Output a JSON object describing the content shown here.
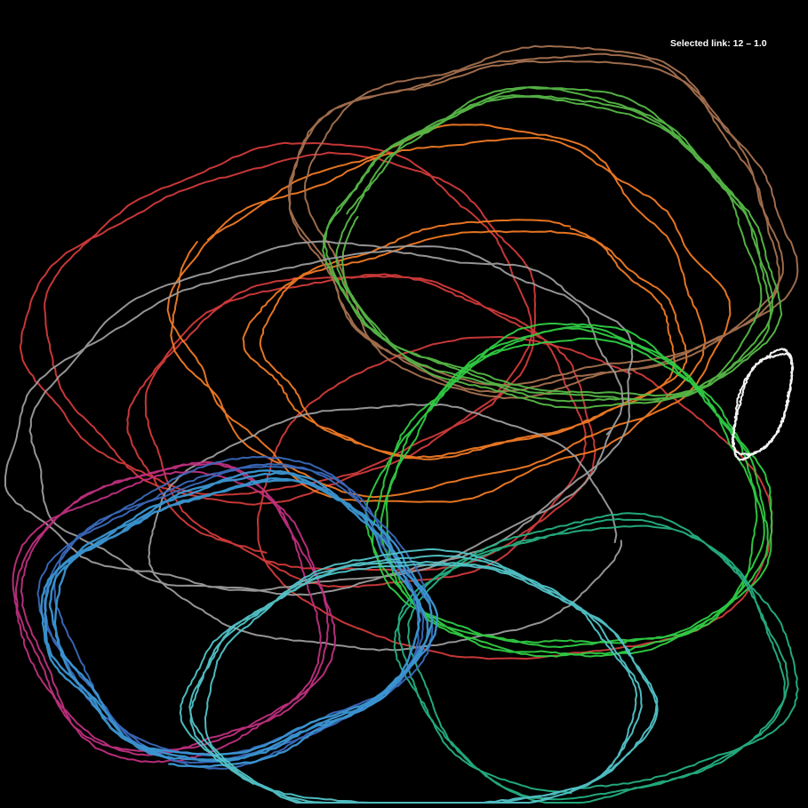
{
  "status": {
    "label": "Selected link:",
    "value": "12 – 1.0"
  },
  "chart_data": {
    "type": "line",
    "title": "",
    "xlabel": "",
    "ylabel": "",
    "xlim": [
      0,
      100
    ],
    "ylim": [
      0,
      100
    ],
    "grid": false,
    "legend": "none",
    "background": "#000000",
    "selected_series": "12",
    "series": [
      {
        "id": "1",
        "color": "#d13a3a",
        "loops": [
          {
            "cx": 35,
            "cy": 60,
            "rx": 31,
            "ry": 21,
            "rot": -9,
            "turns": 2
          },
          {
            "cx": 64,
            "cy": 37,
            "rx": 32,
            "ry": 20,
            "rot": 4,
            "turns": 1
          }
        ]
      },
      {
        "id": "2",
        "color": "#d13a3a",
        "loops": [
          {
            "cx": 45,
            "cy": 47,
            "rx": 28,
            "ry": 19,
            "rot": -4,
            "turns": 2
          }
        ]
      },
      {
        "id": "3",
        "color": "#f07a24",
        "loops": [
          {
            "cx": 55,
            "cy": 61,
            "rx": 33,
            "ry": 22,
            "rot": -6,
            "turns": 2
          }
        ]
      },
      {
        "id": "4",
        "color": "#f07a24",
        "loops": [
          {
            "cx": 58,
            "cy": 58,
            "rx": 26,
            "ry": 14,
            "rot": -4,
            "turns": 2
          }
        ]
      },
      {
        "id": "5",
        "color": "#a5714f",
        "loops": [
          {
            "cx": 67,
            "cy": 73,
            "rx": 30,
            "ry": 21,
            "rot": 3,
            "turns": 3
          }
        ]
      },
      {
        "id": "6",
        "color": "#56b847",
        "loops": [
          {
            "cx": 69,
            "cy": 69,
            "rx": 27,
            "ry": 19,
            "rot": 10,
            "turns": 4
          }
        ]
      },
      {
        "id": "7",
        "color": "#9c9c9c",
        "loops": [
          {
            "cx": 40,
            "cy": 48,
            "rx": 38,
            "ry": 21,
            "rot": -14,
            "turns": 2
          },
          {
            "cx": 48,
            "cy": 34,
            "rx": 28,
            "ry": 16,
            "rot": -4,
            "turns": 1
          }
        ]
      },
      {
        "id": "8",
        "color": "#2fcd43",
        "loops": [
          {
            "cx": 71,
            "cy": 38,
            "rx": 24,
            "ry": 20,
            "rot": 0,
            "turns": 4
          }
        ]
      },
      {
        "id": "9",
        "color": "#24b082",
        "loops": [
          {
            "cx": 74,
            "cy": 18,
            "rx": 24,
            "ry": 17,
            "rot": 0,
            "turns": 3
          }
        ]
      },
      {
        "id": "10",
        "color": "#bf2f80",
        "loops": [
          {
            "cx": 21,
            "cy": 24,
            "rx": 19,
            "ry": 18,
            "rot": 0,
            "turns": 3
          }
        ]
      },
      {
        "id": "11",
        "color": "#3a69bc",
        "loops": [
          {
            "cx": 29,
            "cy": 24,
            "rx": 23,
            "ry": 18,
            "rot": -6,
            "turns": 3
          }
        ]
      },
      {
        "id": "12",
        "color": "#3b97d4",
        "loops": [
          {
            "cx": 29,
            "cy": 23,
            "rx": 23,
            "ry": 17,
            "rot": -8,
            "turns": 4
          }
        ]
      },
      {
        "id": "13",
        "color": "#52c4c8",
        "loops": [
          {
            "cx": 52,
            "cy": 14,
            "rx": 28,
            "ry": 16,
            "rot": 0,
            "turns": 4
          }
        ]
      },
      {
        "id": "14",
        "color": "#ffffff",
        "loops": [
          {
            "cx": 95,
            "cy": 50,
            "rx": 3,
            "ry": 7,
            "rot": 20,
            "turns": 2
          }
        ]
      }
    ]
  }
}
